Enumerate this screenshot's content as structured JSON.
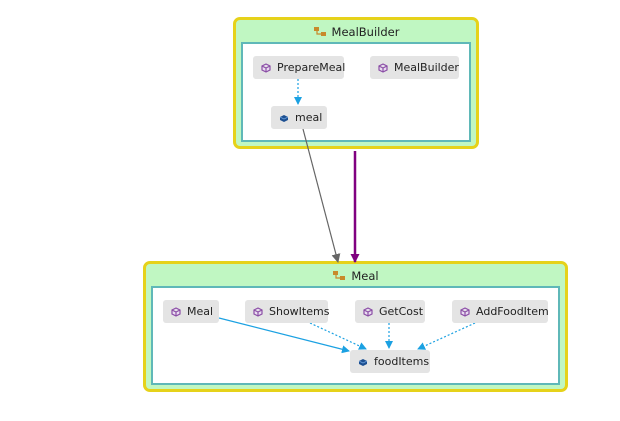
{
  "groups": [
    {
      "title": "MealBuilder",
      "icon": "class-icon",
      "nodes": [
        {
          "label": "PrepareMeal",
          "icon": "method-icon"
        },
        {
          "label": "MealBuilder",
          "icon": "method-icon"
        },
        {
          "label": "meal",
          "icon": "field-icon"
        }
      ]
    },
    {
      "title": "Meal",
      "icon": "class-icon",
      "nodes": [
        {
          "label": "Meal",
          "icon": "method-icon"
        },
        {
          "label": "ShowItems",
          "icon": "method-icon"
        },
        {
          "label": "GetCost",
          "icon": "method-icon"
        },
        {
          "label": "AddFoodItem",
          "icon": "method-icon"
        },
        {
          "label": "foodItems",
          "icon": "field-icon"
        }
      ]
    }
  ],
  "edges": [
    {
      "from": "PrepareMeal",
      "to": "meal",
      "style": "dotted",
      "color": "#1ba1e2"
    },
    {
      "from": "meal",
      "to": "Meal (group)",
      "style": "solid",
      "color": "#666666"
    },
    {
      "from": "MealBuilder (group)",
      "to": "Meal (group)",
      "style": "solid-thick",
      "color": "#800080"
    },
    {
      "from": "Meal",
      "to": "foodItems",
      "style": "solid",
      "color": "#1ba1e2"
    },
    {
      "from": "ShowItems",
      "to": "foodItems",
      "style": "dotted",
      "color": "#1ba1e2"
    },
    {
      "from": "GetCost",
      "to": "foodItems",
      "style": "dotted",
      "color": "#1ba1e2"
    },
    {
      "from": "AddFoodItem",
      "to": "foodItems",
      "style": "dotted",
      "color": "#1ba1e2"
    }
  ],
  "colors": {
    "group_fill": "#c0f7c2",
    "group_border": "#e6d21a",
    "inner_border": "#5fb8b8",
    "node_fill": "#e4e4e4",
    "method_icon": "#8b4ea6",
    "field_icon": "#1c4f91",
    "inheritance_edge": "#800080",
    "reference_edge": "#1ba1e2"
  }
}
